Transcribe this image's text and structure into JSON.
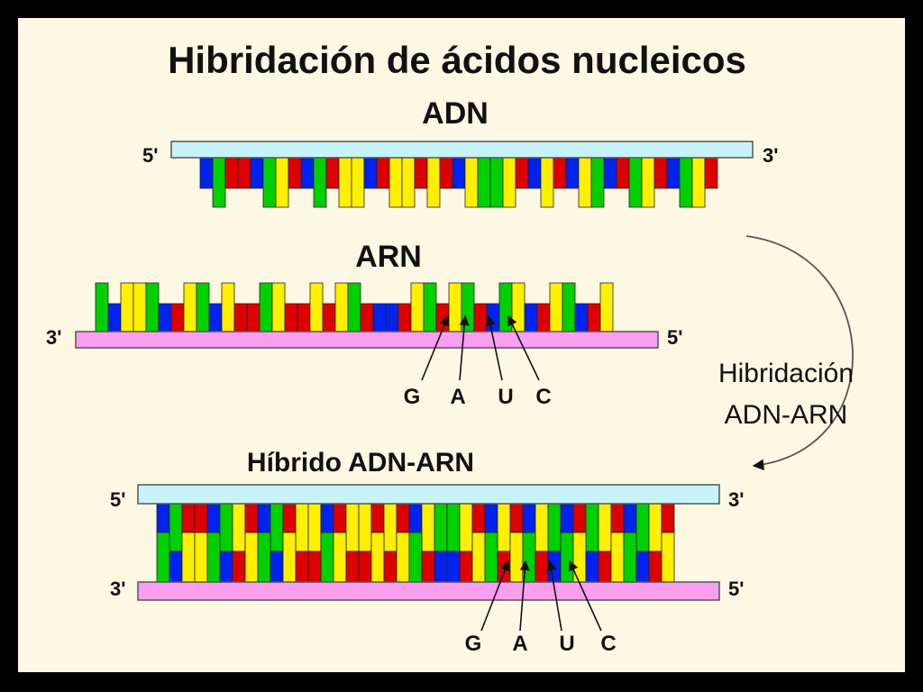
{
  "title": "Hibridación de ácidos nucleicos",
  "dna_label": "ADN",
  "rna_label": "ARN",
  "hybrid_label": "Híbrido ADN-ARN",
  "process_label": [
    "Hibridación",
    "ADN-ARN"
  ],
  "dna_ends": [
    "5'",
    "3'"
  ],
  "rna_ends": [
    "3'",
    "5'"
  ],
  "hybrid_top_ends": [
    "5'",
    "3'"
  ],
  "hybrid_bottom_ends": [
    "3'",
    "5'"
  ],
  "rna_base_labels": [
    "G",
    "A",
    "U",
    "C"
  ],
  "hybrid_base_labels": [
    "G",
    "A",
    "U",
    "C"
  ],
  "colors": {
    "A": "#ffef00",
    "G": "#00d000",
    "U": "#dd0000",
    "C": "#0022ee",
    "dna_backbone": "#c6f4fa",
    "rna_backbone": "#fa9ef0",
    "background": "#fdf8e4"
  },
  "dna_sequence": [
    "C",
    "G",
    "U",
    "U",
    "C",
    "G",
    "A",
    "U",
    "C",
    "G",
    "U",
    "A",
    "A",
    "C",
    "U",
    "A",
    "A",
    "U",
    "A",
    "U",
    "C",
    "A",
    "G",
    "G",
    "A",
    "U",
    "C",
    "A",
    "U",
    "C",
    "A",
    "G",
    "C",
    "U",
    "G",
    "A",
    "U",
    "C",
    "G",
    "A",
    "U"
  ],
  "hybrid_top_sequence": [
    "C",
    "G",
    "U",
    "U",
    "C",
    "G",
    "A",
    "U",
    "C",
    "G",
    "U",
    "A",
    "A",
    "C",
    "U",
    "A",
    "A",
    "U",
    "A",
    "U",
    "C",
    "A",
    "G",
    "G",
    "A",
    "U",
    "C",
    "A",
    "U",
    "C",
    "A",
    "G",
    "C",
    "U",
    "G",
    "A",
    "U",
    "C",
    "G",
    "A",
    "U"
  ]
}
